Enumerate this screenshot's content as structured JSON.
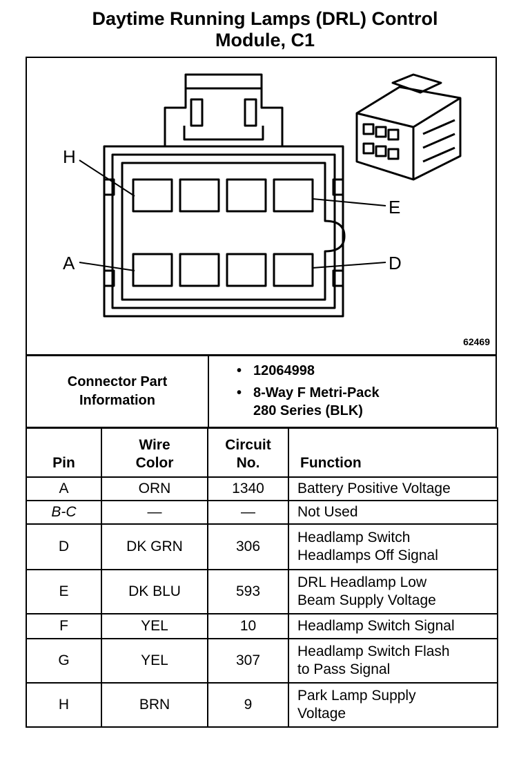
{
  "title": {
    "line1": "Daytime Running Lamps (DRL) Control",
    "line2": "Module, C1"
  },
  "diagram": {
    "labels": {
      "h": "H",
      "a": "A",
      "e": "E",
      "d": "D"
    },
    "figure_number": "62469"
  },
  "connector_info": {
    "label_line1": "Connector Part",
    "label_line2": "Information",
    "items": [
      {
        "bullet": "•",
        "text": "12064998"
      },
      {
        "bullet": "•",
        "text": "8-Way F Metri-Pack\n280 Series (BLK)"
      }
    ]
  },
  "pin_table": {
    "headers": {
      "pin": "Pin",
      "wire_color_line1": "Wire",
      "wire_color_line2": "Color",
      "circuit_line1": "Circuit",
      "circuit_line2": "No.",
      "function": "Function"
    },
    "rows": [
      {
        "pin": "A",
        "wire": "ORN",
        "circuit": "1340",
        "function": "Battery Positive Voltage"
      },
      {
        "pin": "B-C",
        "wire": "—",
        "circuit": "—",
        "function": "Not Used"
      },
      {
        "pin": "D",
        "wire": "DK GRN",
        "circuit": "306",
        "function": "Headlamp Switch\nHeadlamps Off Signal"
      },
      {
        "pin": "E",
        "wire": "DK BLU",
        "circuit": "593",
        "function": "DRL Headlamp Low\nBeam Supply Voltage"
      },
      {
        "pin": "F",
        "wire": "YEL",
        "circuit": "10",
        "function": "Headlamp Switch Signal"
      },
      {
        "pin": "G",
        "wire": "YEL",
        "circuit": "307",
        "function": "Headlamp Switch Flash\nto Pass Signal"
      },
      {
        "pin": "H",
        "wire": "BRN",
        "circuit": "9",
        "function": "Park Lamp Supply\nVoltage"
      }
    ]
  }
}
